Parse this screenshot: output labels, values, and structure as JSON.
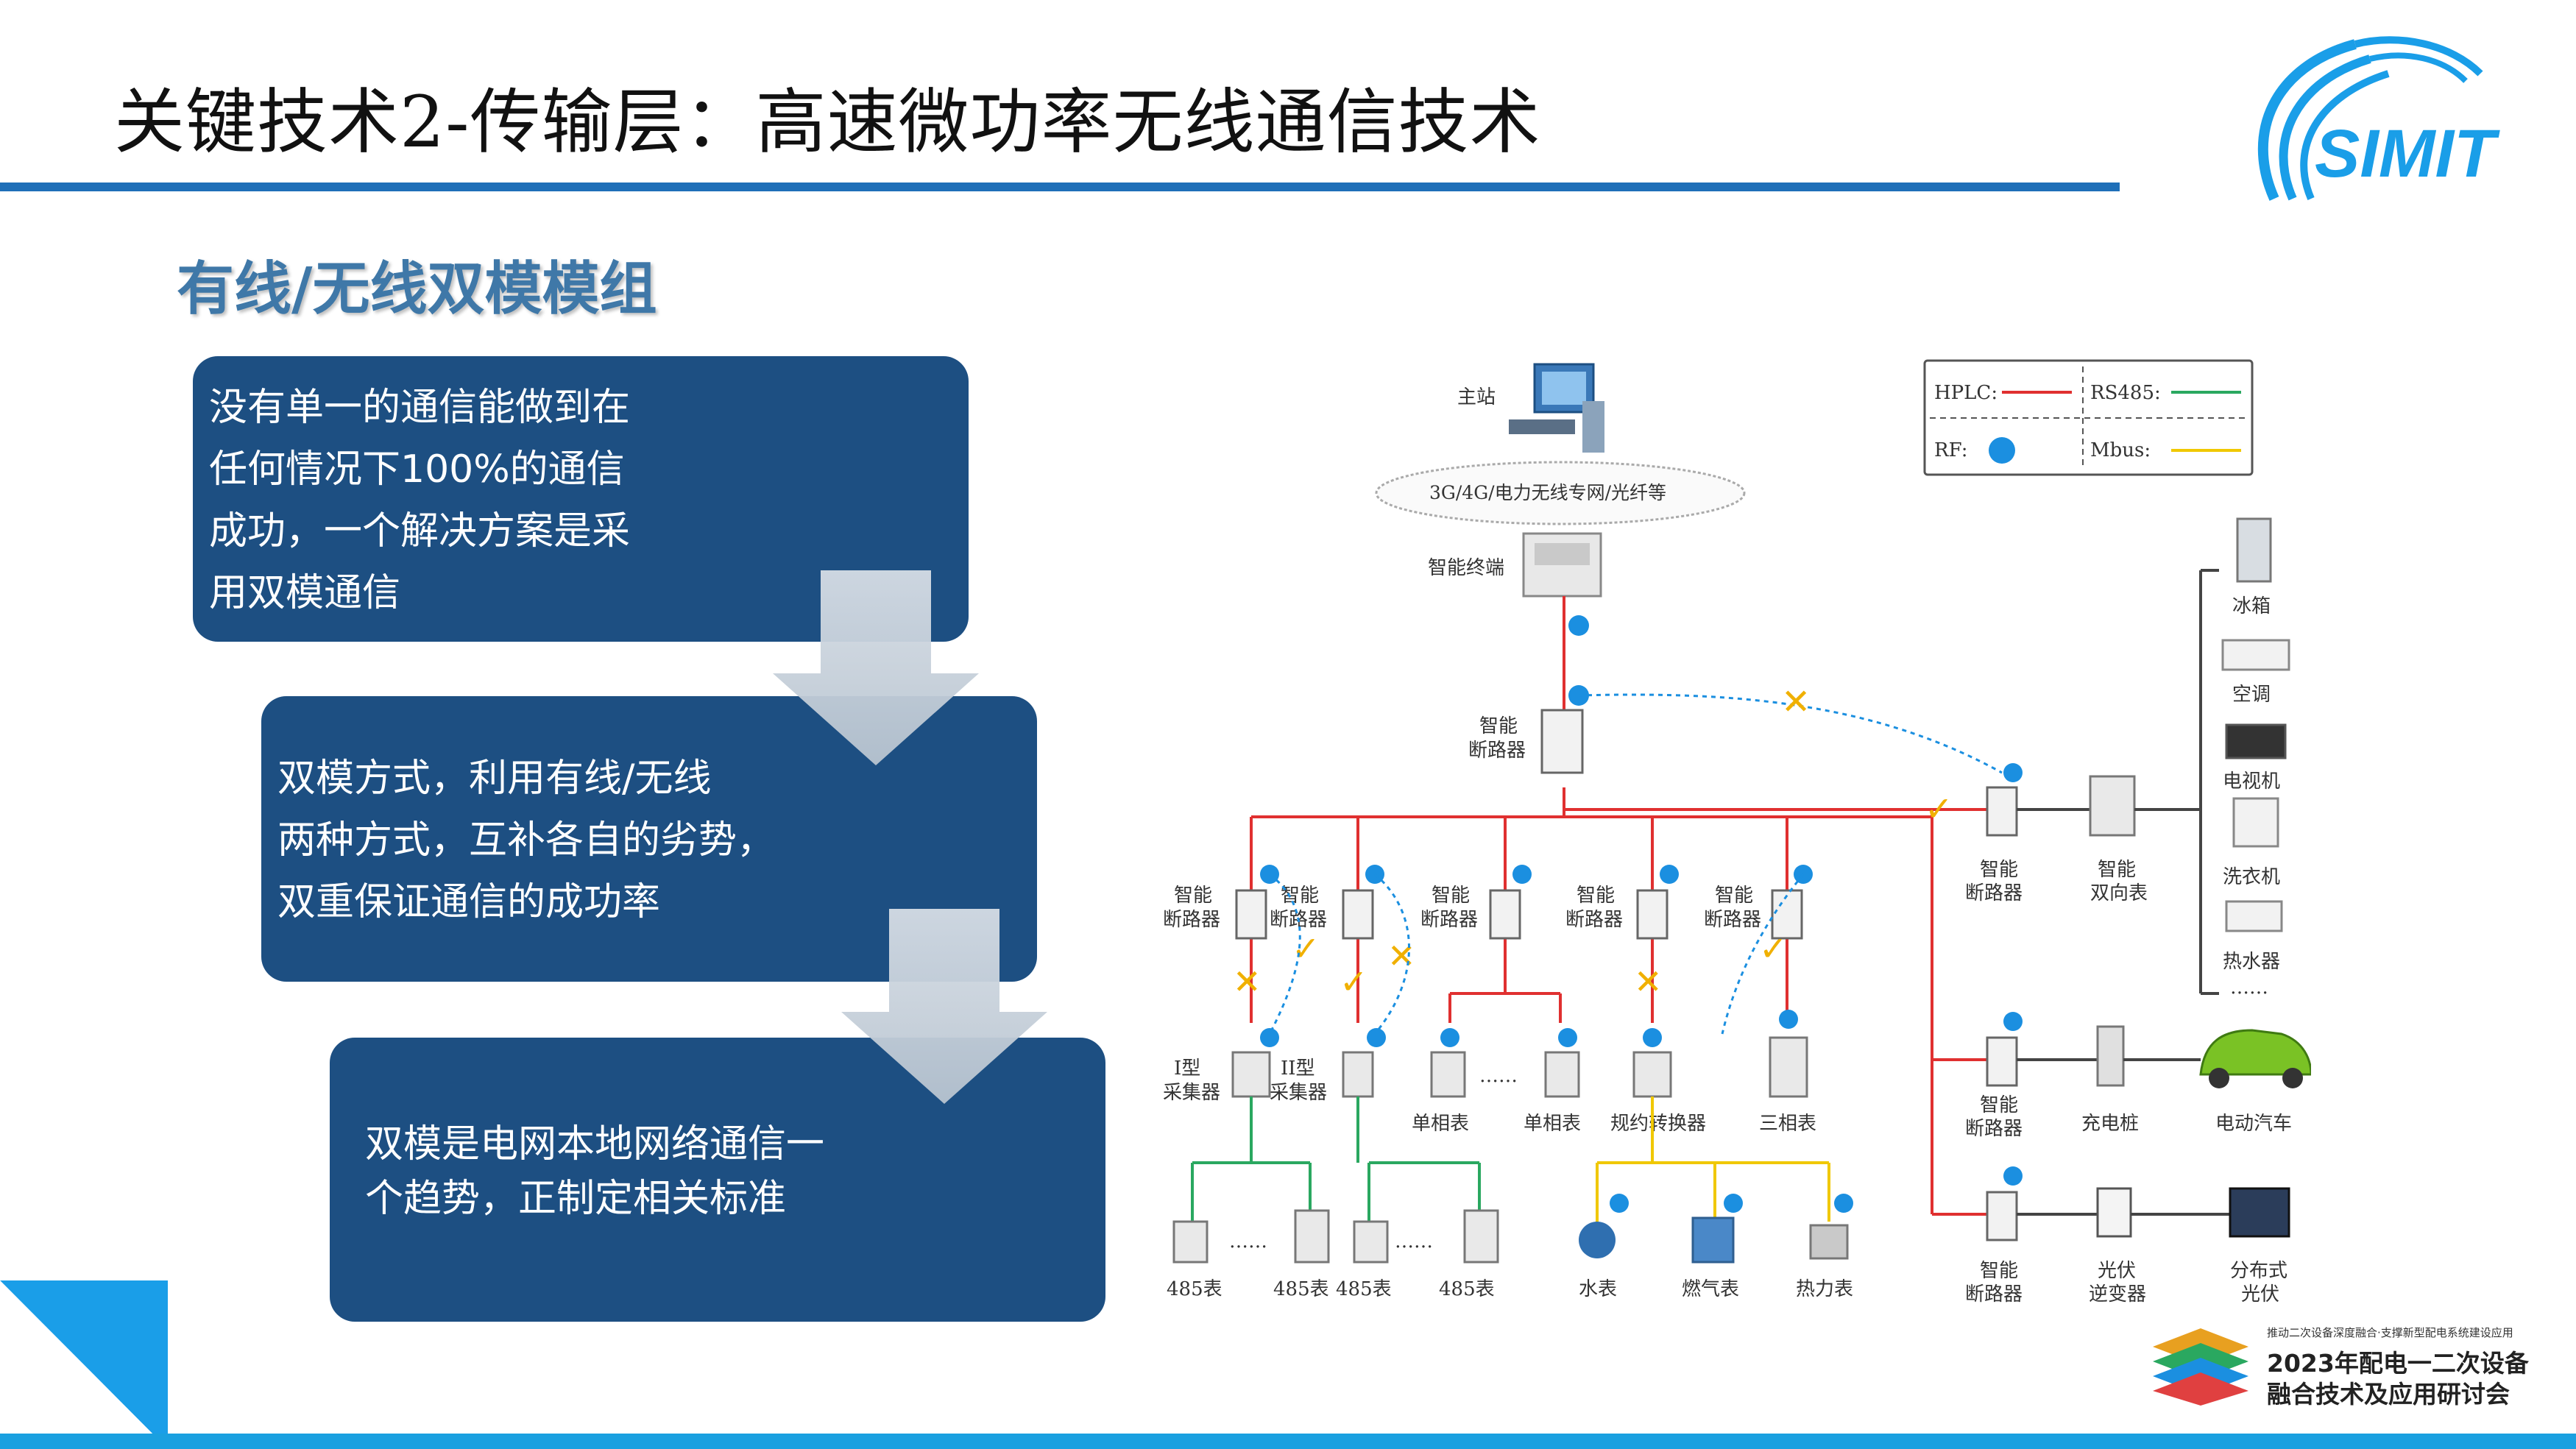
{
  "slide": {
    "title": "关键技术2-传输层：高速微功率无线通信技术",
    "subtitle": "有线/无线双模模组"
  },
  "boxes": [
    {
      "lines": [
        "没有单一的通信能做到在",
        "任何情况下100%的通信",
        "成功，一个解决方案是采",
        "用双模通信"
      ]
    },
    {
      "lines": [
        "双模方式，利用有线/无线",
        "两种方式，互补各自的劣势，",
        "双重保证通信的成功率"
      ]
    },
    {
      "lines": [
        "双模是电网本地网络通信一",
        "个趋势，正制定相关标准"
      ]
    }
  ],
  "logo": {
    "text": "SIMIT"
  },
  "legend": {
    "hplc": "HPLC:",
    "rs485": "RS485:",
    "rf": "RF:",
    "mbus": "Mbus:",
    "colors": {
      "hplc": "#e03030",
      "rs485": "#2aa860",
      "rf": "#1b8fe0",
      "mbus": "#f0c800"
    }
  },
  "diagram": {
    "station": "主站",
    "network": "3G/4G/电力无线专网/光纤等",
    "terminal": "智能终端",
    "main_breaker": [
      "智能",
      "断路器"
    ],
    "breakers": [
      [
        "智能",
        "断路器"
      ],
      [
        "智能",
        "断路器"
      ],
      [
        "智能",
        "断路器"
      ],
      [
        "智能",
        "断路器"
      ],
      [
        "智能",
        "断路器"
      ]
    ],
    "collector1": [
      "I型",
      "采集器"
    ],
    "collector2": [
      "II型",
      "采集器"
    ],
    "single_meter1": "单相表",
    "single_meter2": "单相表",
    "protocol_converter": "规约转换器",
    "three_phase": "三相表",
    "dots": "……",
    "meters485": [
      "485表",
      "485表",
      "485表",
      "485表"
    ],
    "water": "水表",
    "gas": "燃气表",
    "heat": "热力表",
    "right_breaker": [
      "智能",
      "断路器"
    ],
    "bidirectional": [
      "智能",
      "双向表"
    ],
    "appliances": [
      "冰箱",
      "空调",
      "电视机",
      "洗衣机",
      "热水器",
      "……"
    ],
    "charging": {
      "breaker": [
        "智能",
        "断路器"
      ],
      "pile": "充电桩",
      "ev": "电动汽车"
    },
    "pv": {
      "breaker": [
        "智能",
        "断路器"
      ],
      "inverter": [
        "光伏",
        "逆变器"
      ],
      "panel": [
        "分布式",
        "光伏"
      ]
    }
  },
  "conference": {
    "small": "推动二次设备深度融合·支撑新型配电系统建设应用",
    "line1": "2023年配电一二次设备",
    "line2": "融合技术及应用研讨会"
  }
}
